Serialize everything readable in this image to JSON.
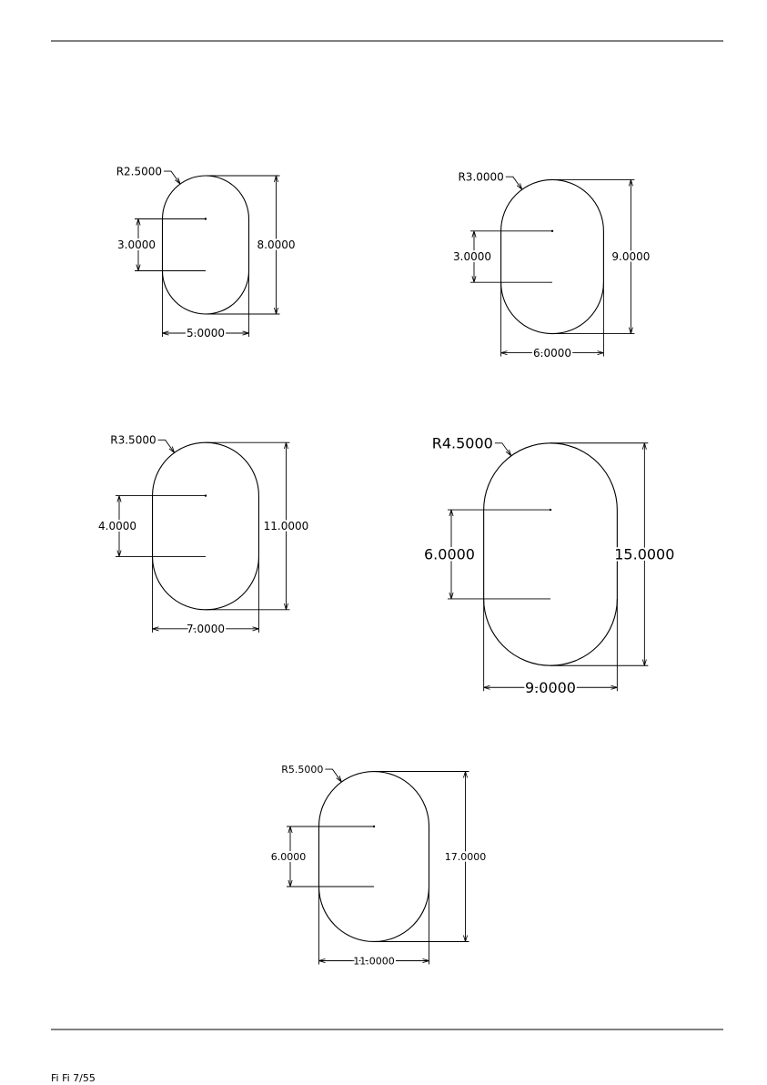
{
  "drawings": [
    {
      "id": "slot-1",
      "radius": "R2.5000",
      "center_distance": "3.0000",
      "height": "8.0000",
      "width": "5.0000"
    },
    {
      "id": "slot-2",
      "radius": "R3.0000",
      "center_distance": "3.0000",
      "height": "9.0000",
      "width": "6.0000"
    },
    {
      "id": "slot-3",
      "radius": "R3.5000",
      "center_distance": "4.0000",
      "height": "11.0000",
      "width": "7.0000"
    },
    {
      "id": "slot-4",
      "radius": "R4.5000",
      "center_distance": "6.0000",
      "height": "15.0000",
      "width": "9.0000"
    },
    {
      "id": "slot-5",
      "radius": "R5.5000",
      "center_distance": "6.0000",
      "height": "17.0000",
      "width": "11.0000"
    }
  ],
  "footer": {
    "text": "Fi Fi 7/55"
  }
}
